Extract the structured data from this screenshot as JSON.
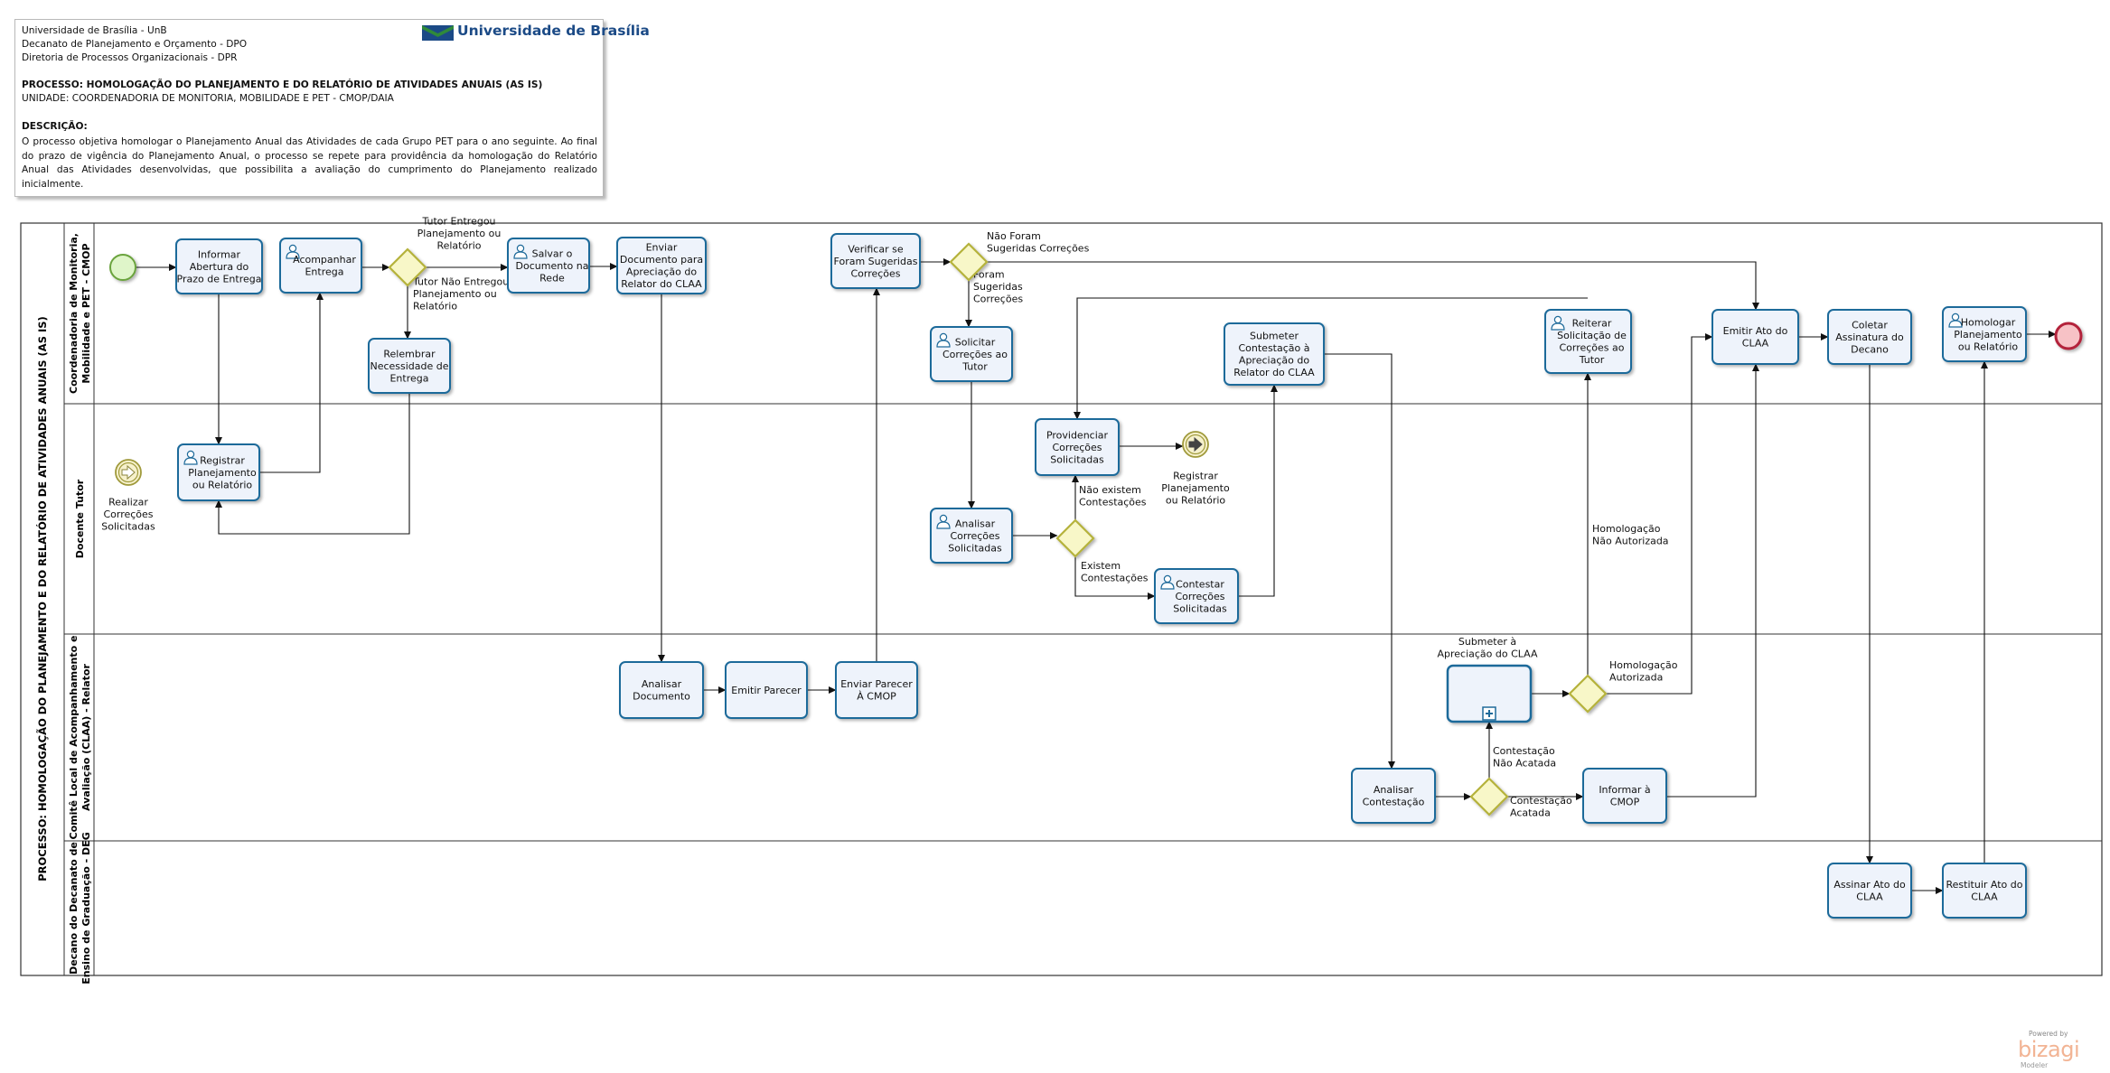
{
  "header": {
    "org_lines": [
      "Universidade de Brasília - UnB",
      "Decanato de Planejamento e Orçamento - DPO",
      "Diretoria de Processos Organizacionais - DPR"
    ],
    "processo": "PROCESSO: HOMOLOGAÇÃO DO PLANEJAMENTO E DO RELATÓRIO DE ATIVIDADES ANUAIS (AS IS)",
    "unidade": "UNIDADE: COORDENADORIA DE MONITORIA, MOBILIDADE E PET - CMOP/DAIA",
    "descricao_label": "DESCRIÇÃO:",
    "descricao": "O processo objetiva homologar o Planejamento Anual das Atividades de cada Grupo PET para o ano seguinte. Ao final do prazo de vigência do Planejamento Anual, o processo se repete para providência da homologação do Relatório Anual das Atividades desenvolvidas, que possibilita a avaliação do cumprimento do Planejamento realizado inicialmente.",
    "logo_text": "Universidade de Brasília"
  },
  "pool": {
    "title": "PROCESSO: HOMOLOGAÇÃO DO PLANEJAMENTO E DO RELATÓRIO DE ATIVIDADES ANUAIS (AS IS)",
    "lanes": [
      {
        "id": "cmop",
        "lines": [
          "Coordenadoria de Monitoria,",
          "Mobilidade e PET - CMOP"
        ]
      },
      {
        "id": "tutor",
        "lines": [
          "Docente Tutor"
        ]
      },
      {
        "id": "claa",
        "lines": [
          "Comitê Local de Acompanhamento e",
          "Avaliação (CLAA) - Relator"
        ]
      },
      {
        "id": "deg",
        "lines": [
          "Decano do Decanato de",
          "Ensino de Graduação - DEG"
        ]
      }
    ]
  },
  "tasks": [
    {
      "id": "informar_abertura",
      "lines": [
        "Informar",
        "Abertura do",
        "Prazo de Entrega"
      ],
      "user": false
    },
    {
      "id": "acompanhar_entrega",
      "lines": [
        "Acompanhar",
        "Entrega"
      ],
      "user": true
    },
    {
      "id": "salvar_documento",
      "lines": [
        "Salvar o",
        "Documento na",
        "Rede"
      ],
      "user": true
    },
    {
      "id": "enviar_documento",
      "lines": [
        "Enviar",
        "Documento para",
        "Apreciação do",
        "Relator do CLAA"
      ],
      "user": false
    },
    {
      "id": "relembrar",
      "lines": [
        "Relembrar",
        "Necessidade de",
        "Entrega"
      ],
      "user": false
    },
    {
      "id": "verificar_sugeridas",
      "lines": [
        "Verificar se",
        "Foram Sugeridas",
        "Correções"
      ],
      "user": false
    },
    {
      "id": "solicitar_correcoes",
      "lines": [
        "Solicitar",
        "Correções ao",
        "Tutor"
      ],
      "user": true
    },
    {
      "id": "submeter_contestacao",
      "lines": [
        "Submeter",
        "Contestação à",
        "Apreciação do",
        "Relator do CLAA"
      ],
      "user": false
    },
    {
      "id": "reiterar",
      "lines": [
        "Reiterar",
        "Solicitação de",
        "Correções ao",
        "Tutor"
      ],
      "user": true
    },
    {
      "id": "emitir_ato",
      "lines": [
        "Emitir Ato do",
        "CLAA"
      ],
      "user": false
    },
    {
      "id": "coletar_assinatura",
      "lines": [
        "Coletar",
        "Assinatura do",
        "Decano"
      ],
      "user": false
    },
    {
      "id": "homologar",
      "lines": [
        "Homologar",
        "Planejamento",
        "ou Relatório"
      ],
      "user": true
    },
    {
      "id": "registrar",
      "lines": [
        "Registrar",
        "Planejamento",
        "ou Relatório"
      ],
      "user": true
    },
    {
      "id": "providenciar",
      "lines": [
        "Providenciar",
        "Correções",
        "Solicitadas"
      ],
      "user": false
    },
    {
      "id": "analisar_correcoes",
      "lines": [
        "Analisar",
        "Correções",
        "Solicitadas"
      ],
      "user": true
    },
    {
      "id": "contestar",
      "lines": [
        "Contestar",
        "Correções",
        "Solicitadas"
      ],
      "user": true
    },
    {
      "id": "analisar_documento",
      "lines": [
        "Analisar",
        "Documento"
      ],
      "user": false
    },
    {
      "id": "emitir_parecer",
      "lines": [
        "Emitir Parecer"
      ],
      "user": false
    },
    {
      "id": "enviar_parecer",
      "lines": [
        "Enviar Parecer",
        "À CMOP"
      ],
      "user": false
    },
    {
      "id": "analisar_contestacao",
      "lines": [
        "Analisar",
        "Contestação"
      ],
      "user": false
    },
    {
      "id": "informar_cmop",
      "lines": [
        "Informar à",
        "CMOP"
      ],
      "user": false
    },
    {
      "id": "assinar_ato",
      "lines": [
        "Assinar Ato do",
        "CLAA"
      ],
      "user": false
    },
    {
      "id": "restituir_ato",
      "lines": [
        "Restituir Ato do",
        "CLAA"
      ],
      "user": false
    }
  ],
  "subprocess": {
    "lines": [
      "Submeter à",
      "Apreciação do CLAA"
    ]
  },
  "events": {
    "realizar_correcoes": [
      "Realizar",
      "Correções",
      "Solicitadas"
    ],
    "registrar_link": [
      "Registrar",
      "Planejamento",
      "ou Relatório"
    ]
  },
  "flow_labels": {
    "tutor_entregou": [
      "Tutor Entregou",
      "Planejamento ou",
      "Relatório"
    ],
    "tutor_nao_entregou": [
      "Tutor Não Entregou",
      "Planejamento ou",
      "Relatório"
    ],
    "nao_foram_sugeridas": [
      "Não Foram",
      "Sugeridas Correções"
    ],
    "foram_sugeridas": [
      "Foram",
      "Sugeridas",
      "Correções"
    ],
    "nao_existem": [
      "Não existem",
      "Contestações"
    ],
    "existem": [
      "Existem",
      "Contestações"
    ],
    "hom_nao_autorizada": [
      "Homologação",
      "Não Autorizada"
    ],
    "hom_autorizada": [
      "Homologação",
      "Autorizada"
    ],
    "contestacao_nao_acatada": [
      "Contestação",
      "Não Acatada"
    ],
    "contestacao_acatada": [
      "Contestação",
      "Acatada"
    ]
  },
  "branding": {
    "powered": "Powered by",
    "name": "bizagi",
    "product": "Modeler"
  },
  "colors": {
    "task_fill": "#eef3fb",
    "task_stroke": "#1e6a9a",
    "gateway_stroke": "#b5b23a",
    "gateway_fill": "#f8f7c8",
    "start_fill": "#dff5c9",
    "start_stroke": "#6aa33c",
    "end_fill": "#f7c2c6",
    "end_stroke": "#b3243a",
    "logo_blue": "#1b4a86"
  }
}
